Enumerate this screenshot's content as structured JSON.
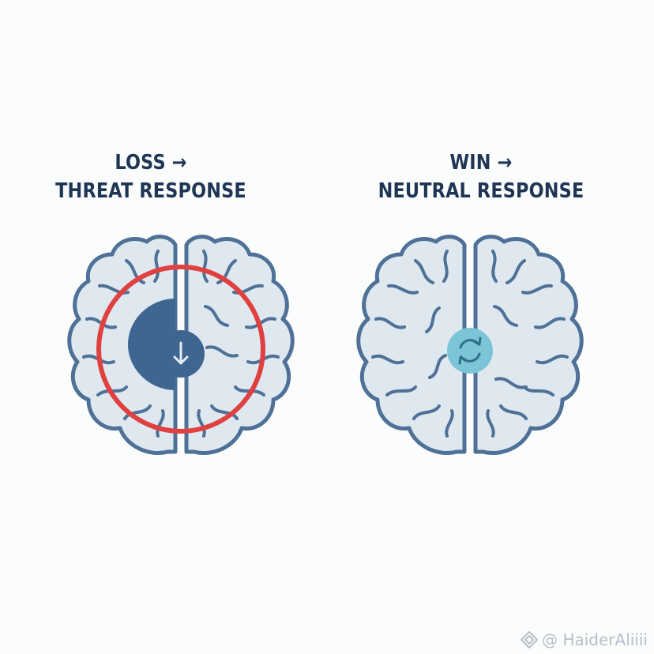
{
  "panels": [
    {
      "heading_line1": "LOSS →",
      "heading_line2": "THREAT RESPONSE",
      "ring_color": "#e0403f",
      "highlight_color": "#3e6690",
      "icon": "down-arrow-icon"
    },
    {
      "heading_line1": "WIN →",
      "heading_line2": "NEUTRAL RESPONSE",
      "badge_color": "#7cc5d8",
      "icon": "refresh-icon"
    }
  ],
  "colors": {
    "heading": "#1e3554",
    "brain_fill": "#dfe7ef",
    "brain_stroke": "#4f7197"
  },
  "watermark": {
    "text": "@ HaiderAliiii",
    "icon": "diamond-logo-icon"
  }
}
